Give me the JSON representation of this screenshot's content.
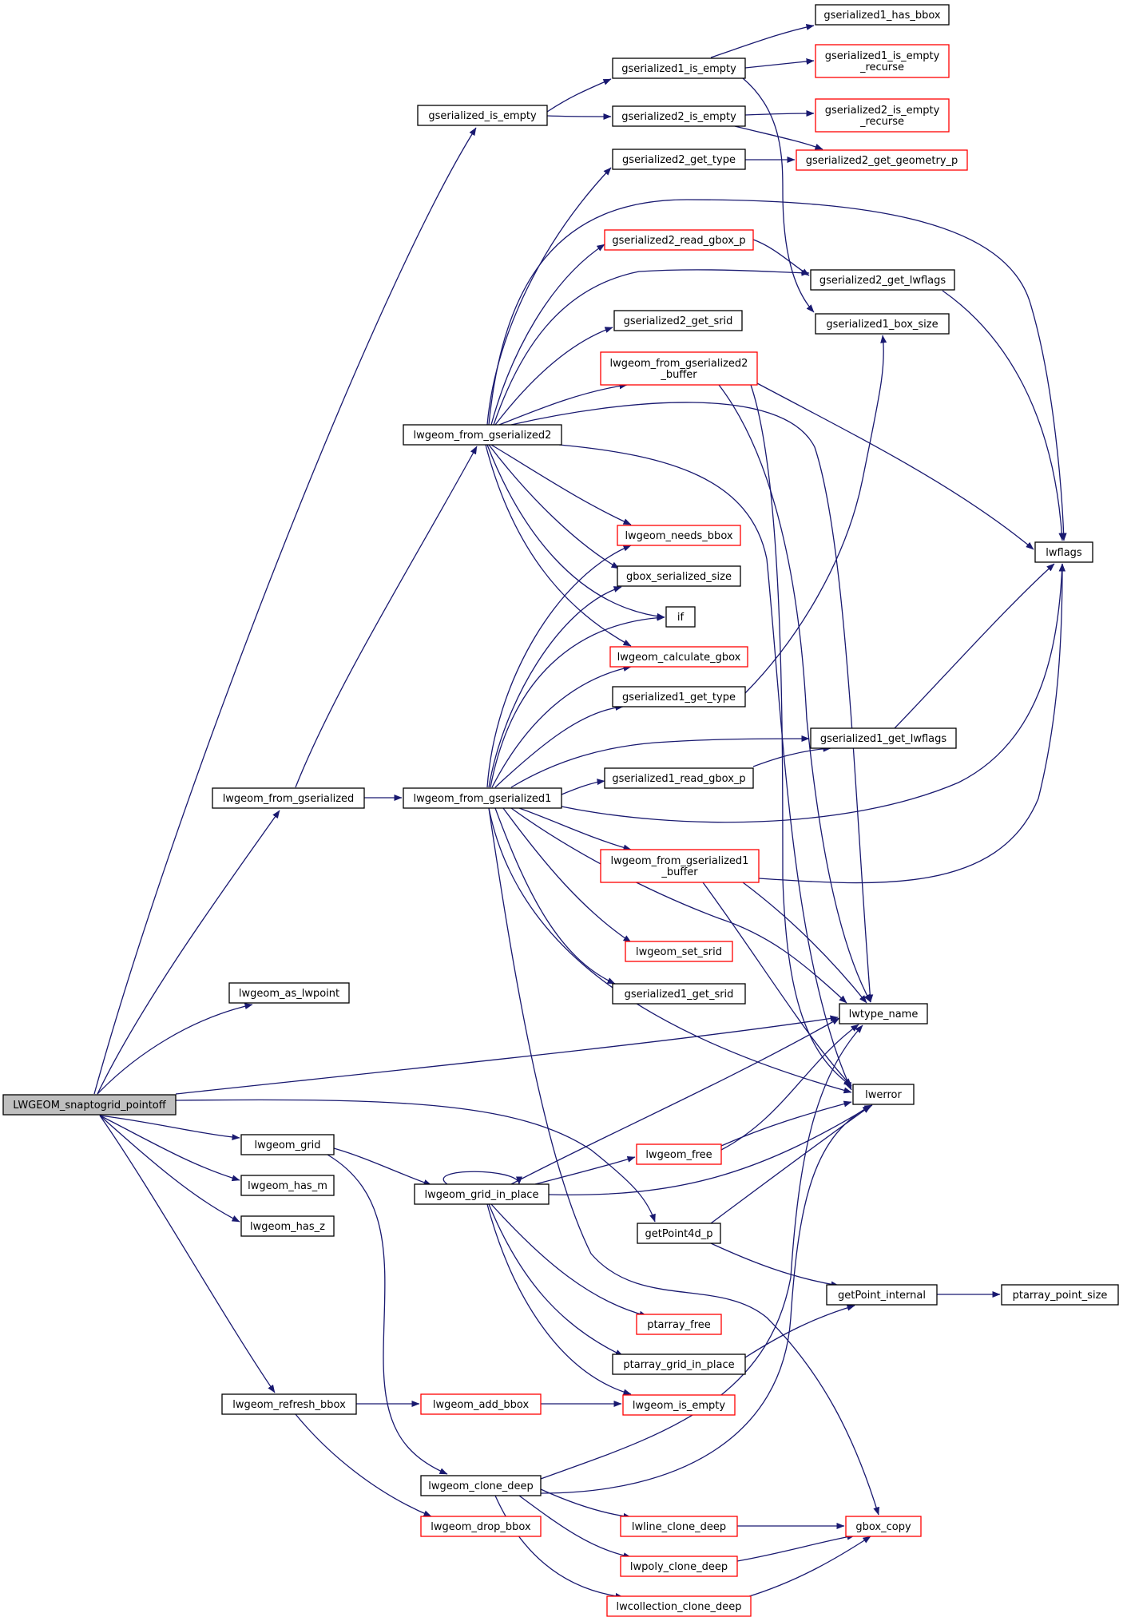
{
  "nodes": [
    {
      "id": "root",
      "lines": [
        "LWGEOM_snaptogrid_pointoff"
      ],
      "style": "root"
    },
    {
      "id": "gs_is_empty",
      "lines": [
        "gserialized_is_empty"
      ],
      "style": "normal"
    },
    {
      "id": "gs1_is_empty",
      "lines": [
        "gserialized1_is_empty"
      ],
      "style": "normal"
    },
    {
      "id": "gs1_has_bbox",
      "lines": [
        "gserialized1_has_bbox"
      ],
      "style": "normal"
    },
    {
      "id": "gs1_is_empty_rec",
      "lines": [
        "gserialized1_is_empty",
        "_recurse"
      ],
      "style": "trunc"
    },
    {
      "id": "gs2_is_empty",
      "lines": [
        "gserialized2_is_empty"
      ],
      "style": "normal"
    },
    {
      "id": "gs2_is_empty_rec",
      "lines": [
        "gserialized2_is_empty",
        "_recurse"
      ],
      "style": "trunc"
    },
    {
      "id": "gs2_get_type",
      "lines": [
        "gserialized2_get_type"
      ],
      "style": "normal"
    },
    {
      "id": "gs2_get_geom_p",
      "lines": [
        "gserialized2_get_geometry_p"
      ],
      "style": "trunc"
    },
    {
      "id": "gs2_read_gbox",
      "lines": [
        "gserialized2_read_gbox_p"
      ],
      "style": "trunc"
    },
    {
      "id": "gs2_get_lwflags",
      "lines": [
        "gserialized2_get_lwflags"
      ],
      "style": "normal"
    },
    {
      "id": "gs2_get_srid",
      "lines": [
        "gserialized2_get_srid"
      ],
      "style": "normal"
    },
    {
      "id": "gs1_box_size",
      "lines": [
        "gserialized1_box_size"
      ],
      "style": "normal"
    },
    {
      "id": "lw_from_gs2_buf",
      "lines": [
        "lwgeom_from_gserialized2",
        "_buffer"
      ],
      "style": "trunc"
    },
    {
      "id": "lw_from_gs2",
      "lines": [
        "lwgeom_from_gserialized2"
      ],
      "style": "normal"
    },
    {
      "id": "lwflags",
      "lines": [
        "lwflags"
      ],
      "style": "normal"
    },
    {
      "id": "lw_needs_bbox",
      "lines": [
        "lwgeom_needs_bbox"
      ],
      "style": "trunc"
    },
    {
      "id": "gbox_ser_size",
      "lines": [
        "gbox_serialized_size"
      ],
      "style": "normal"
    },
    {
      "id": "if",
      "lines": [
        "if"
      ],
      "style": "normal"
    },
    {
      "id": "lw_calc_gbox",
      "lines": [
        "lwgeom_calculate_gbox"
      ],
      "style": "trunc"
    },
    {
      "id": "gs1_get_type",
      "lines": [
        "gserialized1_get_type"
      ],
      "style": "normal"
    },
    {
      "id": "gs1_get_lwflags",
      "lines": [
        "gserialized1_get_lwflags"
      ],
      "style": "normal"
    },
    {
      "id": "gs1_read_gbox",
      "lines": [
        "gserialized1_read_gbox_p"
      ],
      "style": "normal"
    },
    {
      "id": "lw_from_gs",
      "lines": [
        "lwgeom_from_gserialized"
      ],
      "style": "normal"
    },
    {
      "id": "lw_from_gs1",
      "lines": [
        "lwgeom_from_gserialized1"
      ],
      "style": "normal"
    },
    {
      "id": "lw_from_gs1_buf",
      "lines": [
        "lwgeom_from_gserialized1",
        "_buffer"
      ],
      "style": "trunc"
    },
    {
      "id": "lw_set_srid",
      "lines": [
        "lwgeom_set_srid"
      ],
      "style": "trunc"
    },
    {
      "id": "lw_as_lwpoint",
      "lines": [
        "lwgeom_as_lwpoint"
      ],
      "style": "normal"
    },
    {
      "id": "gs1_get_srid",
      "lines": [
        "gserialized1_get_srid"
      ],
      "style": "normal"
    },
    {
      "id": "lwtype_name",
      "lines": [
        "lwtype_name"
      ],
      "style": "normal"
    },
    {
      "id": "lwerror",
      "lines": [
        "lwerror"
      ],
      "style": "normal"
    },
    {
      "id": "lw_grid",
      "lines": [
        "lwgeom_grid"
      ],
      "style": "normal"
    },
    {
      "id": "lw_free",
      "lines": [
        "lwgeom_free"
      ],
      "style": "trunc"
    },
    {
      "id": "lw_has_m",
      "lines": [
        "lwgeom_has_m"
      ],
      "style": "normal"
    },
    {
      "id": "lw_grid_in_place",
      "lines": [
        "lwgeom_grid_in_place"
      ],
      "style": "normal"
    },
    {
      "id": "getpoint4d",
      "lines": [
        "getPoint4d_p"
      ],
      "style": "normal"
    },
    {
      "id": "lw_has_z",
      "lines": [
        "lwgeom_has_z"
      ],
      "style": "normal"
    },
    {
      "id": "getpoint_int",
      "lines": [
        "getPoint_internal"
      ],
      "style": "normal"
    },
    {
      "id": "ptarray_point_size",
      "lines": [
        "ptarray_point_size"
      ],
      "style": "normal"
    },
    {
      "id": "ptarray_free",
      "lines": [
        "ptarray_free"
      ],
      "style": "trunc"
    },
    {
      "id": "ptarray_grid",
      "lines": [
        "ptarray_grid_in_place"
      ],
      "style": "normal"
    },
    {
      "id": "lw_refresh_bbox",
      "lines": [
        "lwgeom_refresh_bbox"
      ],
      "style": "normal"
    },
    {
      "id": "lw_add_bbox",
      "lines": [
        "lwgeom_add_bbox"
      ],
      "style": "trunc"
    },
    {
      "id": "lw_is_empty",
      "lines": [
        "lwgeom_is_empty"
      ],
      "style": "trunc"
    },
    {
      "id": "lw_clone_deep",
      "lines": [
        "lwgeom_clone_deep"
      ],
      "style": "normal"
    },
    {
      "id": "lw_drop_bbox",
      "lines": [
        "lwgeom_drop_bbox"
      ],
      "style": "trunc"
    },
    {
      "id": "lwline_clone",
      "lines": [
        "lwline_clone_deep"
      ],
      "style": "trunc"
    },
    {
      "id": "gbox_copy",
      "lines": [
        "gbox_copy"
      ],
      "style": "trunc"
    },
    {
      "id": "lwpoly_clone",
      "lines": [
        "lwpoly_clone_deep"
      ],
      "style": "trunc"
    },
    {
      "id": "lwcoll_clone",
      "lines": [
        "lwcollection_clone_deep"
      ],
      "style": "trunc"
    }
  ],
  "edges": [
    [
      "root",
      "gs_is_empty"
    ],
    [
      "root",
      "lw_from_gs"
    ],
    [
      "root",
      "lw_as_lwpoint"
    ],
    [
      "root",
      "lwtype_name"
    ],
    [
      "root",
      "lw_grid"
    ],
    [
      "root",
      "lw_has_m"
    ],
    [
      "root",
      "lw_has_z"
    ],
    [
      "root",
      "lw_refresh_bbox"
    ],
    [
      "root",
      "getpoint4d"
    ],
    [
      "gs_is_empty",
      "gs1_is_empty"
    ],
    [
      "gs_is_empty",
      "gs2_is_empty"
    ],
    [
      "gs1_is_empty",
      "gs1_has_bbox"
    ],
    [
      "gs1_is_empty",
      "gs1_is_empty_rec"
    ],
    [
      "gs1_is_empty",
      "gs1_box_size"
    ],
    [
      "gs2_is_empty",
      "gs2_is_empty_rec"
    ],
    [
      "gs2_is_empty",
      "gs2_get_geom_p"
    ],
    [
      "gs2_get_type",
      "gs2_get_geom_p"
    ],
    [
      "gs2_read_gbox",
      "gs2_get_lwflags"
    ],
    [
      "gs2_get_lwflags",
      "lwflags"
    ],
    [
      "lw_from_gs",
      "lw_from_gs2"
    ],
    [
      "lw_from_gs",
      "lw_from_gs1"
    ],
    [
      "lw_from_gs2",
      "gs2_get_type"
    ],
    [
      "lw_from_gs2",
      "lwflags"
    ],
    [
      "lw_from_gs2",
      "gs2_read_gbox"
    ],
    [
      "lw_from_gs2",
      "gs2_get_lwflags"
    ],
    [
      "lw_from_gs2",
      "gs2_get_srid"
    ],
    [
      "lw_from_gs2",
      "lw_from_gs2_buf"
    ],
    [
      "lw_from_gs2",
      "lw_needs_bbox"
    ],
    [
      "lw_from_gs2",
      "gbox_ser_size"
    ],
    [
      "lw_from_gs2",
      "if"
    ],
    [
      "lw_from_gs2",
      "lw_calc_gbox"
    ],
    [
      "lw_from_gs2",
      "lwtype_name"
    ],
    [
      "lw_from_gs2",
      "lwerror"
    ],
    [
      "lw_from_gs2_buf",
      "lwflags"
    ],
    [
      "lw_from_gs2_buf",
      "lwtype_name"
    ],
    [
      "lw_from_gs2_buf",
      "lwerror"
    ],
    [
      "lw_from_gs1",
      "lw_needs_bbox"
    ],
    [
      "lw_from_gs1",
      "gbox_ser_size"
    ],
    [
      "lw_from_gs1",
      "if"
    ],
    [
      "lw_from_gs1",
      "lw_calc_gbox"
    ],
    [
      "lw_from_gs1",
      "gs1_get_type"
    ],
    [
      "lw_from_gs1",
      "gs1_get_lwflags"
    ],
    [
      "lw_from_gs1",
      "gs1_read_gbox"
    ],
    [
      "lw_from_gs1",
      "lwflags"
    ],
    [
      "lw_from_gs1",
      "lw_from_gs1_buf"
    ],
    [
      "lw_from_gs1",
      "lw_set_srid"
    ],
    [
      "lw_from_gs1",
      "gs1_get_srid"
    ],
    [
      "lw_from_gs1",
      "lwtype_name"
    ],
    [
      "lw_from_gs1",
      "lwerror"
    ],
    [
      "lw_from_gs1",
      "gbox_copy"
    ],
    [
      "gs1_get_type",
      "gs1_box_size"
    ],
    [
      "gs1_read_gbox",
      "gs1_get_lwflags"
    ],
    [
      "gs1_get_lwflags",
      "lwflags"
    ],
    [
      "lw_from_gs1_buf",
      "lwflags"
    ],
    [
      "lw_from_gs1_buf",
      "lwtype_name"
    ],
    [
      "lw_from_gs1_buf",
      "lwerror"
    ],
    [
      "lw_grid",
      "lw_grid_in_place"
    ],
    [
      "lw_grid",
      "lw_clone_deep"
    ],
    [
      "lw_grid_in_place",
      "lw_grid_in_place"
    ],
    [
      "lw_grid_in_place",
      "lwtype_name"
    ],
    [
      "lw_grid_in_place",
      "lw_free"
    ],
    [
      "lw_grid_in_place",
      "lwerror"
    ],
    [
      "lw_grid_in_place",
      "ptarray_free"
    ],
    [
      "lw_grid_in_place",
      "ptarray_grid"
    ],
    [
      "lw_grid_in_place",
      "lw_is_empty"
    ],
    [
      "lw_free",
      "lwtype_name"
    ],
    [
      "lw_free",
      "lwerror"
    ],
    [
      "getpoint4d",
      "lwerror"
    ],
    [
      "getpoint4d",
      "getpoint_int"
    ],
    [
      "getpoint_int",
      "ptarray_point_size"
    ],
    [
      "ptarray_grid",
      "getpoint_int"
    ],
    [
      "lw_refresh_bbox",
      "lw_add_bbox"
    ],
    [
      "lw_refresh_bbox",
      "lw_drop_bbox"
    ],
    [
      "lw_add_bbox",
      "lw_is_empty"
    ],
    [
      "lw_clone_deep",
      "lwtype_name"
    ],
    [
      "lw_clone_deep",
      "lwerror"
    ],
    [
      "lw_clone_deep",
      "lwline_clone"
    ],
    [
      "lw_clone_deep",
      "lwpoly_clone"
    ],
    [
      "lw_clone_deep",
      "lwcoll_clone"
    ],
    [
      "lwline_clone",
      "gbox_copy"
    ],
    [
      "lwpoly_clone",
      "gbox_copy"
    ],
    [
      "lwcoll_clone",
      "gbox_copy"
    ]
  ]
}
